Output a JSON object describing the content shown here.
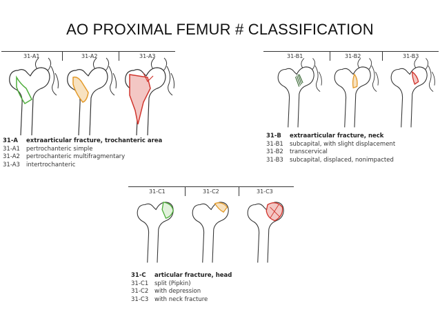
{
  "title": "AO PROXIMAL FEMUR # CLASSIFICATION",
  "colors": {
    "outline": "#333333",
    "green": "#4fae3c",
    "orange": "#e39a2a",
    "red": "#d0342c"
  },
  "group_a": {
    "labels": [
      "31-A1",
      "31-A2",
      "31-A3"
    ],
    "heading_code": "31-A",
    "heading_text": "extraarticular fracture, trochanteric area",
    "items": [
      {
        "code": "31-A1",
        "text": "pertrochanteric simple"
      },
      {
        "code": "31-A2",
        "text": "pertrochanteric multifragmentary"
      },
      {
        "code": "31-A3",
        "text": "intertrochanteric"
      }
    ]
  },
  "group_b": {
    "labels": [
      "31-B1",
      "31-B2",
      "31-B3"
    ],
    "heading_code": "31-B",
    "heading_text": "extraarticular fracture, neck",
    "items": [
      {
        "code": "31-B1",
        "text": "subcapital, with slight displacement"
      },
      {
        "code": "31-B2",
        "text": "transcervical"
      },
      {
        "code": "31-B3",
        "text": "subcapital, displaced, nonimpacted"
      }
    ]
  },
  "group_c": {
    "labels": [
      "31-C1",
      "31-C2",
      "31-C3"
    ],
    "heading_code": "31-C",
    "heading_text": "articular fracture, head",
    "items": [
      {
        "code": "31-C1",
        "text": "split (Pipkin)"
      },
      {
        "code": "31-C2",
        "text": "with depression"
      },
      {
        "code": "31-C3",
        "text": "with neck fracture"
      }
    ]
  }
}
